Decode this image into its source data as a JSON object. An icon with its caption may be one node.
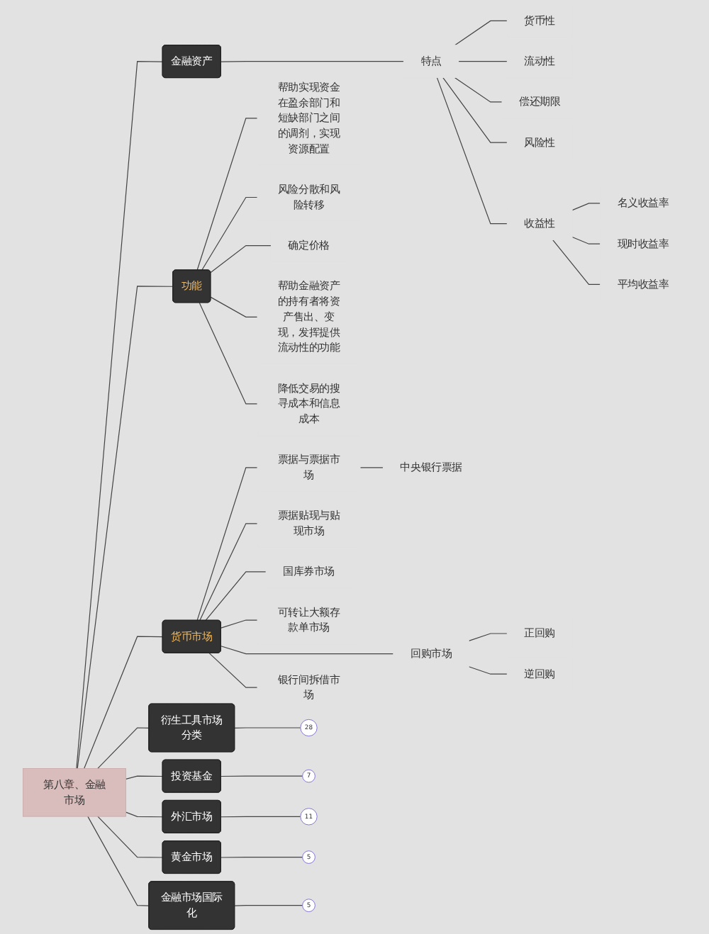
{
  "diagram": {
    "nodes": [
      {
        "text": [
          "第八章、金融市场"
        ]
      },
      {
        "text": [
          "金融资产"
        ]
      },
      {
        "text": [
          "特点"
        ]
      },
      {
        "text": [
          "货币性"
        ]
      },
      {
        "text": [
          "流动性"
        ]
      },
      {
        "text": [
          "偿还期限"
        ]
      },
      {
        "text": [
          "风险性"
        ]
      },
      {
        "text": [
          "收益性"
        ]
      },
      {
        "text": [
          "名义收益率"
        ]
      },
      {
        "text": [
          "现时收益率"
        ]
      },
      {
        "text": [
          "平均收益率"
        ]
      },
      {
        "text": [
          "功能"
        ]
      },
      {
        "text": [
          "帮助实现资金在盈余部门和短缺部门之间的调剂，实现资源配置"
        ]
      },
      {
        "text": [
          "风险分散和风险转移"
        ]
      },
      {
        "text": [
          "确定价格"
        ]
      },
      {
        "text": [
          "帮助金融资产的持有者将资产售出、变现，发挥提供流动性的功能"
        ]
      },
      {
        "text": [
          "降低交易的搜寻成本和信息成本"
        ]
      },
      {
        "text": [
          "货币市场"
        ]
      },
      {
        "text": [
          "票据与票据市场"
        ]
      },
      {
        "text": [
          "中央银行票据"
        ]
      },
      {
        "text": [
          "票据贴现与贴现市场"
        ]
      },
      {
        "text": [
          "国库券市场"
        ]
      },
      {
        "text": [
          "可转让大额存款单市场"
        ]
      },
      {
        "text": [
          "回购市场"
        ]
      },
      {
        "text": [
          "正回购"
        ]
      },
      {
        "text": [
          "逆回购"
        ]
      },
      {
        "text": [
          "银行间拆借市场"
        ]
      },
      {
        "text": [
          "衍生工具市场分类"
        ]
      },
      {
        "text": [
          "28"
        ]
      },
      {
        "text": [
          "投资基金"
        ]
      },
      {
        "text": [
          "7"
        ]
      },
      {
        "text": [
          "外汇市场"
        ]
      },
      {
        "text": [
          "11"
        ]
      },
      {
        "text": [
          "黄金市场"
        ]
      },
      {
        "text": [
          "5"
        ]
      },
      {
        "text": [
          "金融市场国际化"
        ]
      },
      {
        "text": [
          "5"
        ]
      }
    ],
    "edges": [
      {
        "from": 0,
        "to": 1,
        "arrow": "none"
      },
      {
        "from": 1,
        "to": 2,
        "arrow": "none"
      },
      {
        "from": 2,
        "to": 3,
        "arrow": "none"
      },
      {
        "from": 2,
        "to": 4,
        "arrow": "none"
      },
      {
        "from": 2,
        "to": 5,
        "arrow": "none"
      },
      {
        "from": 2,
        "to": 6,
        "arrow": "none"
      },
      {
        "from": 2,
        "to": 7,
        "arrow": "none"
      },
      {
        "from": 7,
        "to": 8,
        "arrow": "none"
      },
      {
        "from": 7,
        "to": 9,
        "arrow": "none"
      },
      {
        "from": 7,
        "to": 10,
        "arrow": "none"
      },
      {
        "from": 0,
        "to": 11,
        "arrow": "none"
      },
      {
        "from": 11,
        "to": 12,
        "arrow": "none"
      },
      {
        "from": 11,
        "to": 13,
        "arrow": "none"
      },
      {
        "from": 11,
        "to": 14,
        "arrow": "none"
      },
      {
        "from": 11,
        "to": 15,
        "arrow": "none"
      },
      {
        "from": 11,
        "to": 16,
        "arrow": "none"
      },
      {
        "from": 0,
        "to": 17,
        "arrow": "none"
      },
      {
        "from": 17,
        "to": 18,
        "arrow": "none"
      },
      {
        "from": 18,
        "to": 19,
        "arrow": "none"
      },
      {
        "from": 17,
        "to": 20,
        "arrow": "none"
      },
      {
        "from": 17,
        "to": 21,
        "arrow": "none"
      },
      {
        "from": 17,
        "to": 22,
        "arrow": "none"
      },
      {
        "from": 17,
        "to": 23,
        "arrow": "none"
      },
      {
        "from": 23,
        "to": 24,
        "arrow": "none"
      },
      {
        "from": 23,
        "to": 25,
        "arrow": "none"
      },
      {
        "from": 17,
        "to": 26,
        "arrow": "none"
      },
      {
        "from": 0,
        "to": 27,
        "arrow": "none"
      },
      {
        "from": 27,
        "to": 28,
        "arrow": "none"
      },
      {
        "from": 0,
        "to": 29,
        "arrow": "none"
      },
      {
        "from": 29,
        "to": 30,
        "arrow": "none"
      },
      {
        "from": 0,
        "to": 31,
        "arrow": "none"
      },
      {
        "from": 31,
        "to": 32,
        "arrow": "none"
      },
      {
        "from": 0,
        "to": 33,
        "arrow": "none"
      },
      {
        "from": 33,
        "to": 34,
        "arrow": "none"
      },
      {
        "from": 0,
        "to": 35,
        "arrow": "none"
      },
      {
        "from": 35,
        "to": 36,
        "arrow": "none"
      }
    ]
  }
}
